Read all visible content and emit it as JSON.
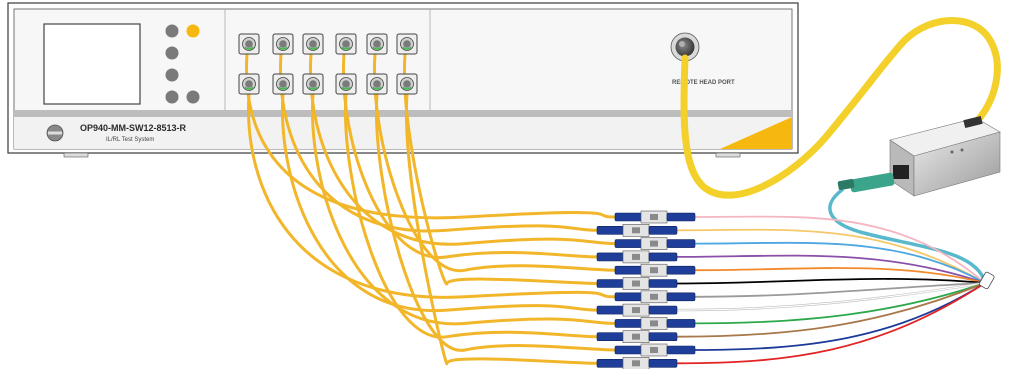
{
  "instrument": {
    "model": "OP940-MM-SW12-8513-R",
    "subtitle": "IL/RL Test System",
    "remote_port_label": "REMOTE HEAD PORT",
    "accent_color": "#f6b80f",
    "button_grey": "#7a7a7a"
  },
  "fibers": {
    "jumper_color": "#f2b62b",
    "cable_color": "#f4d02a",
    "remote_head_lead_color": "#58b8cc",
    "fanout_colors": [
      "#f4b6c0",
      "#f5c86a",
      "#4da7e0",
      "#8a4fa8",
      "#f28a2c",
      "#000000",
      "#9a9a9a",
      "#ffffff",
      "#2da84a",
      "#a8784a",
      "#1c3a9a",
      "#e22424"
    ]
  },
  "icons": [
    "port-connector-icon",
    "adapter-icon",
    "remote-head-icon",
    "handle-icon",
    "power-button-icon"
  ]
}
